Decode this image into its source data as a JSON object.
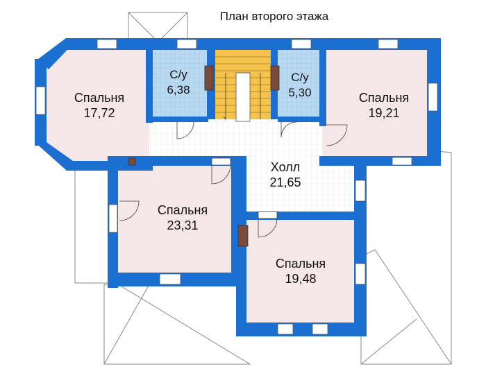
{
  "title": "План второго этажа",
  "rooms": {
    "bedroom_nw": {
      "name": "Спальня",
      "area": "17,72"
    },
    "wc_left": {
      "name": "С/у",
      "area": "6,38"
    },
    "wc_right": {
      "name": "С/у",
      "area": "5,30"
    },
    "bedroom_ne": {
      "name": "Спальня",
      "area": "19,21"
    },
    "hall": {
      "name": "Холл",
      "area": "21,65"
    },
    "bedroom_w": {
      "name": "Спальня",
      "area": "23,31"
    },
    "bedroom_s": {
      "name": "Спальня",
      "area": "19,48"
    }
  },
  "colors": {
    "wall": "#1a6fd0",
    "bedroom_floor": "#f5e6e8",
    "bathroom_floor": "#b9d9f0",
    "stair": "#f5c24a",
    "hall_floor": "#ffffff",
    "roof_line": "#888888"
  }
}
